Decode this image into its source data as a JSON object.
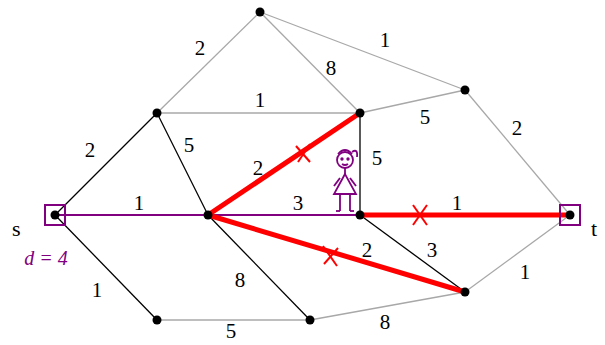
{
  "diagram": {
    "nodes": [
      {
        "text": [
          "s"
        ]
      },
      {
        "text": [
          "t"
        ]
      }
    ],
    "labels": [
      "2",
      "1",
      "8",
      "1",
      "5",
      "2",
      "5",
      "2",
      "5",
      "2",
      "1",
      "3",
      "1",
      "2",
      "3",
      "8",
      "1",
      "1",
      "5",
      "8",
      "d = 4"
    ]
  }
}
